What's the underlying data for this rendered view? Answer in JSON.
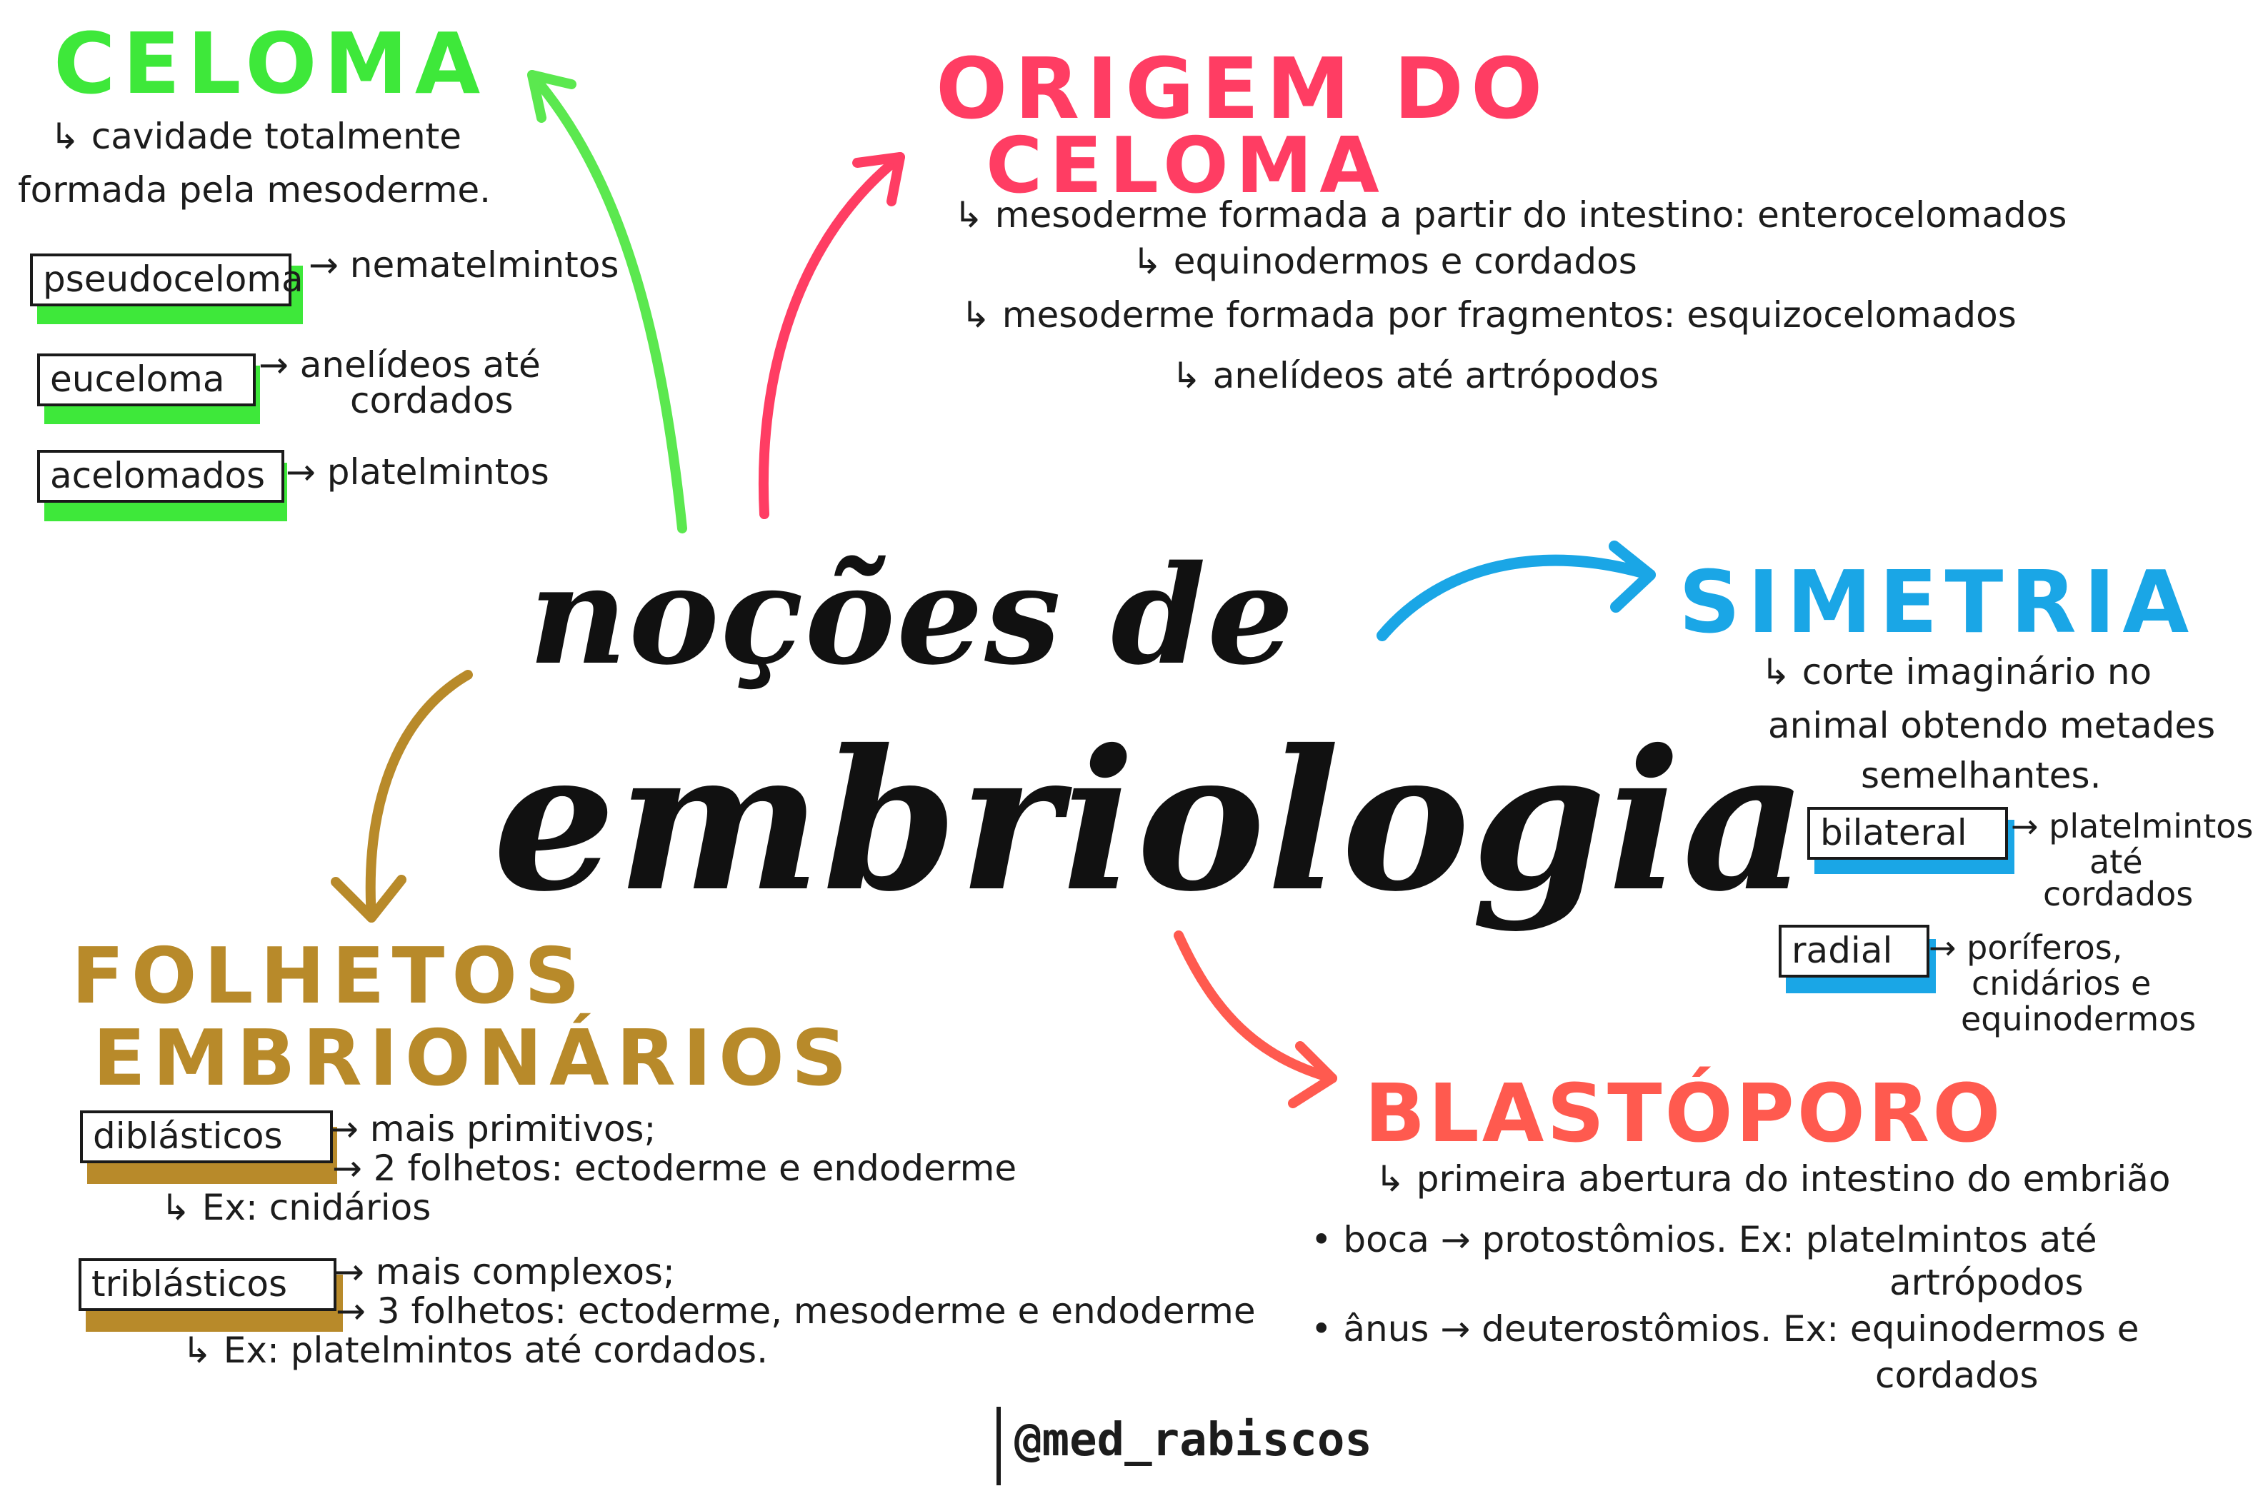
{
  "title": {
    "line1": "noções de",
    "line2": "embriologia"
  },
  "colors": {
    "celoma": "#3ee83a",
    "origem": "#ff3d63",
    "simetria": "#1aa6e6",
    "blastoporo": "#ff5a4f",
    "folhetos": "#b88a2a",
    "ink": "#1c1c1c"
  },
  "celoma": {
    "heading": "CELOMA",
    "def_line1": "↳ cavidade totalmente",
    "def_line2": "formada pela mesoderme.",
    "items": [
      {
        "label": "pseudoceloma",
        "desc1": "→ nematelmintos",
        "desc2": ""
      },
      {
        "label": "euceloma",
        "desc1": "→ anelídeos até",
        "desc2": "cordados"
      },
      {
        "label": "acelomados",
        "desc1": "→ platelmintos",
        "desc2": ""
      }
    ]
  },
  "origem": {
    "heading1": "ORIGEM DO",
    "heading2": "CELOMA",
    "lines": [
      "↳ mesoderme formada a partir do intestino: enterocelomados",
      "↳ equinodermos e cordados",
      "↳ mesoderme formada por fragmentos: esquizocelomados",
      "↳ anelídeos até artrópodos"
    ]
  },
  "simetria": {
    "heading": "SIMETRIA",
    "def_line1": "↳ corte imaginário no",
    "def_line2": "animal obtendo metades",
    "def_line3": "semelhantes.",
    "items": [
      {
        "label": "bilateral",
        "desc1": "→ platelmintos",
        "desc2": "até",
        "desc3": "cordados"
      },
      {
        "label": "radial",
        "desc1": "→ poríferos,",
        "desc2": "cnidários e",
        "desc3": "equinodermos"
      }
    ]
  },
  "folhetos": {
    "heading1": "FOLHETOS",
    "heading2": "EMBRIONÁRIOS",
    "items": [
      {
        "label": "diblásticos",
        "l1": "→ mais primitivos;",
        "l2": "→ 2 folhetos: ectoderme e endoderme",
        "ex": "↳ Ex: cnidários"
      },
      {
        "label": "triblásticos",
        "l1": "→ mais complexos;",
        "l2": "→ 3 folhetos: ectoderme, mesoderme e endoderme",
        "ex": "↳ Ex: platelmintos até cordados."
      }
    ]
  },
  "blastoporo": {
    "heading": "BLASTÓPORO",
    "def": "↳ primeira abertura do intestino do embrião",
    "boca1": "• boca → protostômios. Ex: platelmintos até",
    "boca2": "artrópodos",
    "anus1": "• ânus → deuterostômios. Ex: equinodermos e",
    "anus2": "cordados"
  },
  "handle": "@med_rabiscos"
}
